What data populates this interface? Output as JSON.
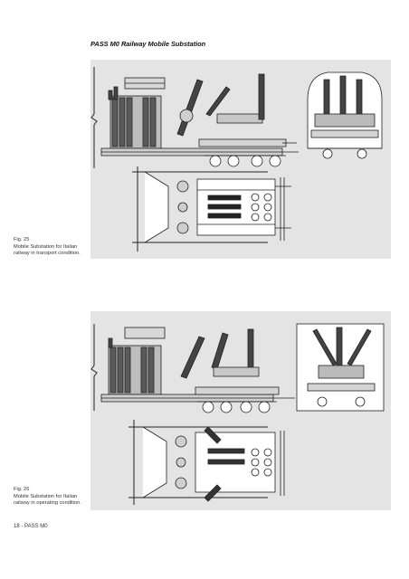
{
  "header": {
    "title": "PASS M0 Railway Mobile Substation"
  },
  "figures": [
    {
      "number": "Fig. 25",
      "caption": "Mobile Substation for Italian railway in transport condition."
    },
    {
      "number": "Fig. 26",
      "caption": "Mobile Substation for Italian railway in operating condition."
    }
  ],
  "footer": {
    "page_label": "18 - PASS M0"
  }
}
